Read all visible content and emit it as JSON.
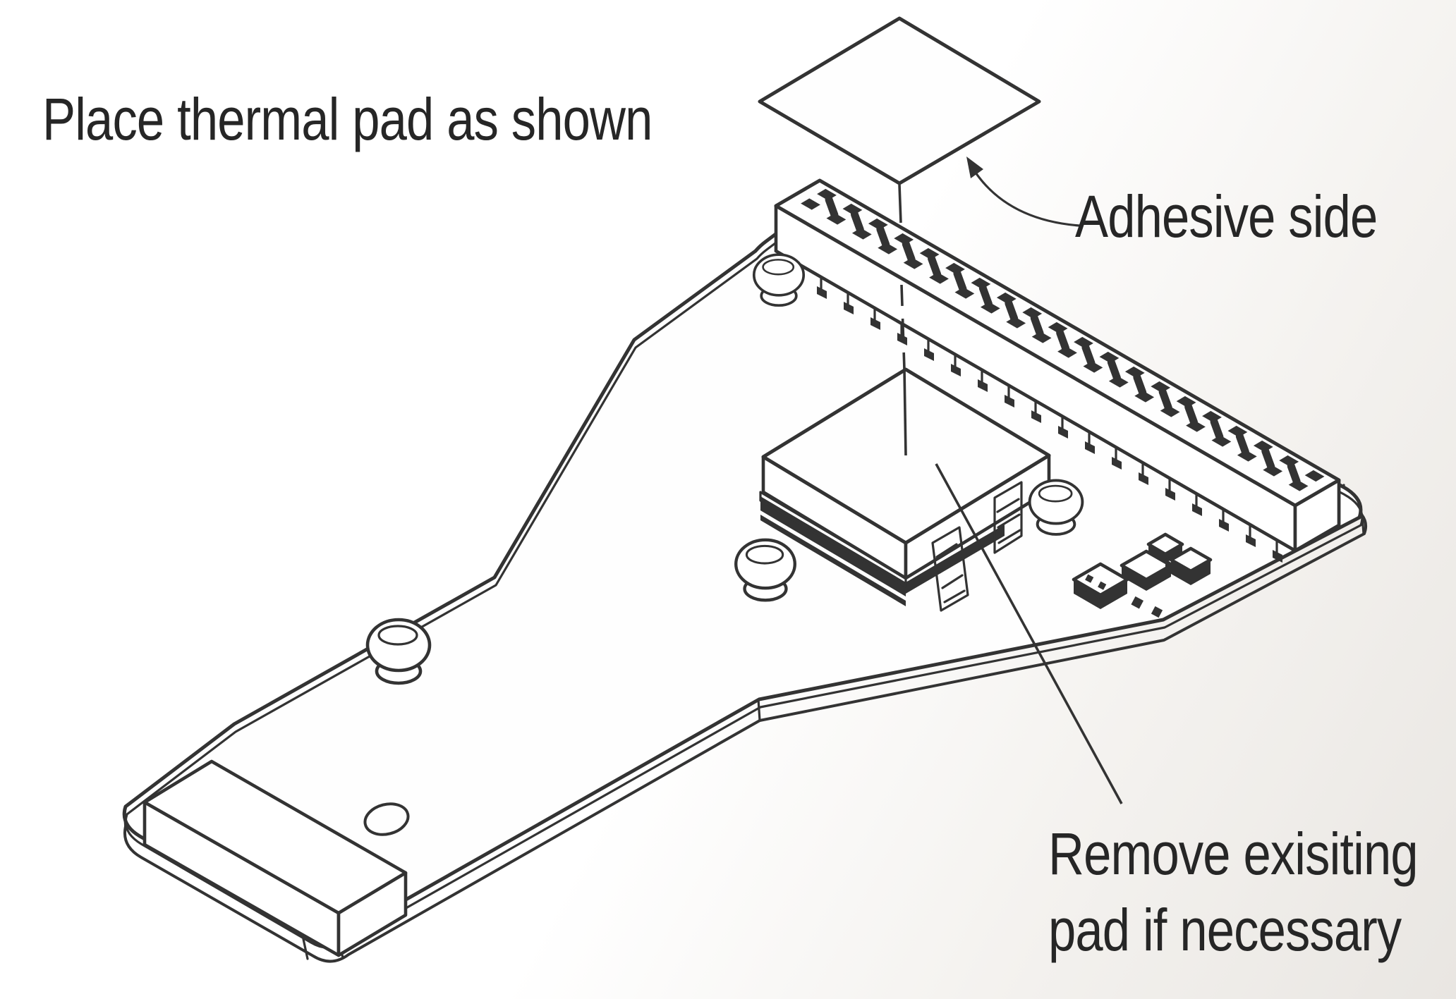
{
  "annotations": {
    "place": "Place thermal pad as shown",
    "adhesive": "Adhesive side",
    "remove_line1": "Remove exisiting",
    "remove_line2": "pad if necessary"
  },
  "colors": {
    "ink": "#333333",
    "text": "#262626",
    "paper": "#ffffff",
    "shade": "#e9e6e2"
  },
  "diagram": {
    "parts": [
      "thermal-pad",
      "adhesive-arrow",
      "placement-dashed-line",
      "gpio-header",
      "header-pins",
      "heatsink-plate",
      "soc-chip",
      "existing-pad-layers",
      "push-pins",
      "mounting-hole",
      "bottom-heatsink-block",
      "smd-components",
      "remove-pointer-line"
    ]
  }
}
